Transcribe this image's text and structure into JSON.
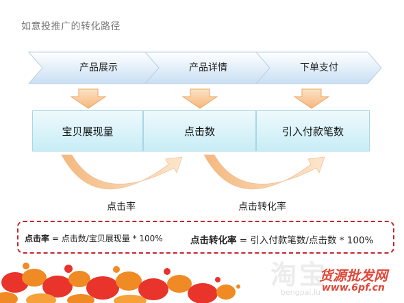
{
  "title": "如意投推广的转化路径",
  "steps": [
    {
      "label": "产品展示"
    },
    {
      "label": "产品详情"
    },
    {
      "label": "下单支付"
    }
  ],
  "metrics": [
    {
      "label": "宝贝展现量"
    },
    {
      "label": "点击数"
    },
    {
      "label": "引入付款笔数"
    }
  ],
  "rates": [
    {
      "label": "点击率"
    },
    {
      "label": "点击转化率"
    }
  ],
  "formulas": [
    {
      "name": "点击率",
      "expr": "= 点击数/宝贝展现量 * 100%"
    },
    {
      "name": "点击转化率",
      "expr": "= 引入付款笔数/点击数 * 100%"
    }
  ],
  "watermark": {
    "bg_text": "淘宝",
    "brand": "货源批发网",
    "url": "www.6pf.cn",
    "sub": "bengpai.lu"
  },
  "colors": {
    "chevron_light": "#ffffff",
    "chevron_dark": "#c9dff4",
    "box_border": "#a8d6e4",
    "arrow_orange": "#f6b67a",
    "formula_border": "#c0262c",
    "blob_red": "#e8342b",
    "blob_orange": "#f08a24"
  }
}
